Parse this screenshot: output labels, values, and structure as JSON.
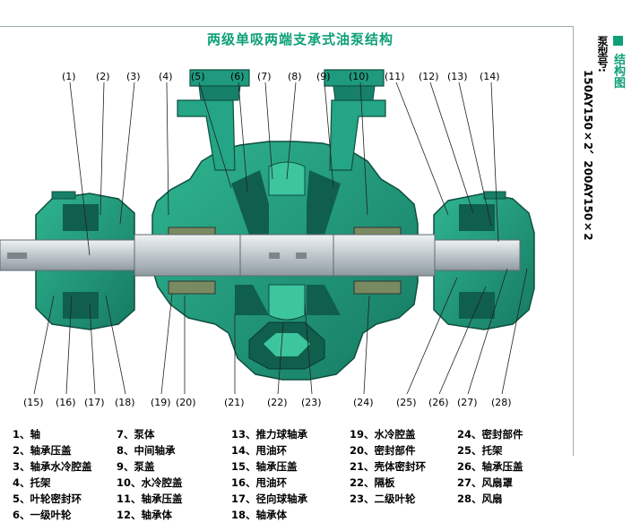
{
  "title": "两级单吸两端支承式油泵结构",
  "side_panel": {
    "heading": "结构图",
    "model_label": "泵型号:",
    "models": "150AY150×2、200AY150×2"
  },
  "callouts_top": [
    "(1)",
    "(2)",
    "(3)",
    "(4)",
    "(5)",
    "(6)",
    "(7)",
    "(8)",
    "(9)",
    "(10)",
    "(11)",
    "(12)",
    "(13)",
    "(14)"
  ],
  "callouts_bottom": [
    "(15)",
    "(16)",
    "(17)",
    "(18)",
    "(19)",
    "(20)",
    "(21)",
    "(22)",
    "(23)",
    "(24)",
    "(25)",
    "(26)",
    "(27)",
    "(28)"
  ],
  "legend": [
    [
      "1、轴",
      "2、轴承压盖",
      "3、轴承水冷腔盖",
      "4、托架",
      "5、叶轮密封环",
      "6、一级叶轮"
    ],
    [
      "7、泵体",
      "8、中间轴承",
      "9、泵盖",
      "10、水冷腔盖",
      "11、轴承压盖",
      "12、轴承体"
    ],
    [
      "13、推力球轴承",
      "14、甩油环",
      "15、轴承压盖",
      "16、甩油环",
      "17、径向球轴承",
      "18、轴承体"
    ],
    [
      "19、水冷腔盖",
      "20、密封部件",
      "21、壳体密封环",
      "22、隔板",
      "23、二级叶轮"
    ],
    [
      "24、密封部件",
      "25、托架",
      "26、轴承压盖",
      "27、风扇罩",
      "28、风扇"
    ]
  ],
  "colors": {
    "accent": "#0fa078",
    "body": "#1f9a7e",
    "body_dark": "#136c58",
    "shaft": "#c9d2d6"
  }
}
